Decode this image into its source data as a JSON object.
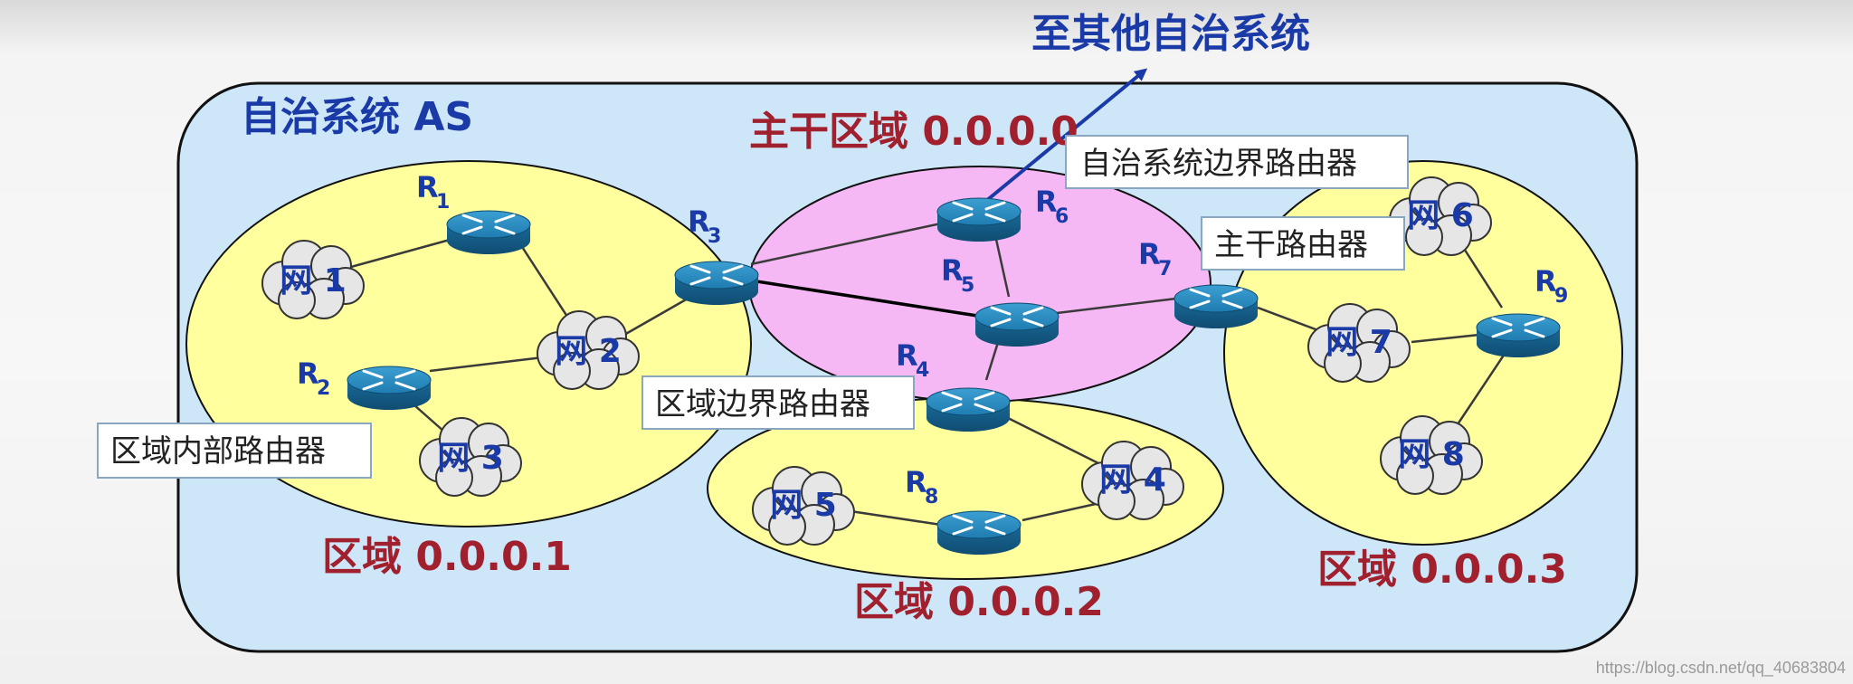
{
  "diagram": {
    "as_title": "自治系统 AS",
    "external_link_title": "至其他自治系统",
    "backbone_title": "主干区域 0.0.0.0",
    "areas": {
      "a1": "区域 0.0.0.1",
      "a2": "区域 0.0.0.2",
      "a3": "区域 0.0.0.3"
    },
    "routers": {
      "r1": {
        "letter": "R",
        "sub": "1"
      },
      "r2": {
        "letter": "R",
        "sub": "2"
      },
      "r3": {
        "letter": "R",
        "sub": "3"
      },
      "r4": {
        "letter": "R",
        "sub": "4"
      },
      "r5": {
        "letter": "R",
        "sub": "5"
      },
      "r6": {
        "letter": "R",
        "sub": "6"
      },
      "r7": {
        "letter": "R",
        "sub": "7"
      },
      "r8": {
        "letter": "R",
        "sub": "8"
      },
      "r9": {
        "letter": "R",
        "sub": "9"
      }
    },
    "networks": {
      "n1": "网 1",
      "n2": "网 2",
      "n3": "网 3",
      "n4": "网 4",
      "n5": "网 5",
      "n6": "网 6",
      "n7": "网 7",
      "n8": "网 8"
    },
    "callouts": {
      "asbr": "自治系统边界路由器",
      "backbone_router": "主干路由器",
      "abr": "区域边界路由器",
      "internal": "区域内部路由器"
    },
    "watermark": "https://blog.csdn.net/qq_40683804"
  },
  "colors": {
    "as_fill": "#cde6f8",
    "area_fill": "#ffff9d",
    "backbone_fill": "#f6b8f4",
    "title_blue": "#1a3aa8",
    "area_red": "#a1202d",
    "router_blue": "#1c77a8"
  }
}
